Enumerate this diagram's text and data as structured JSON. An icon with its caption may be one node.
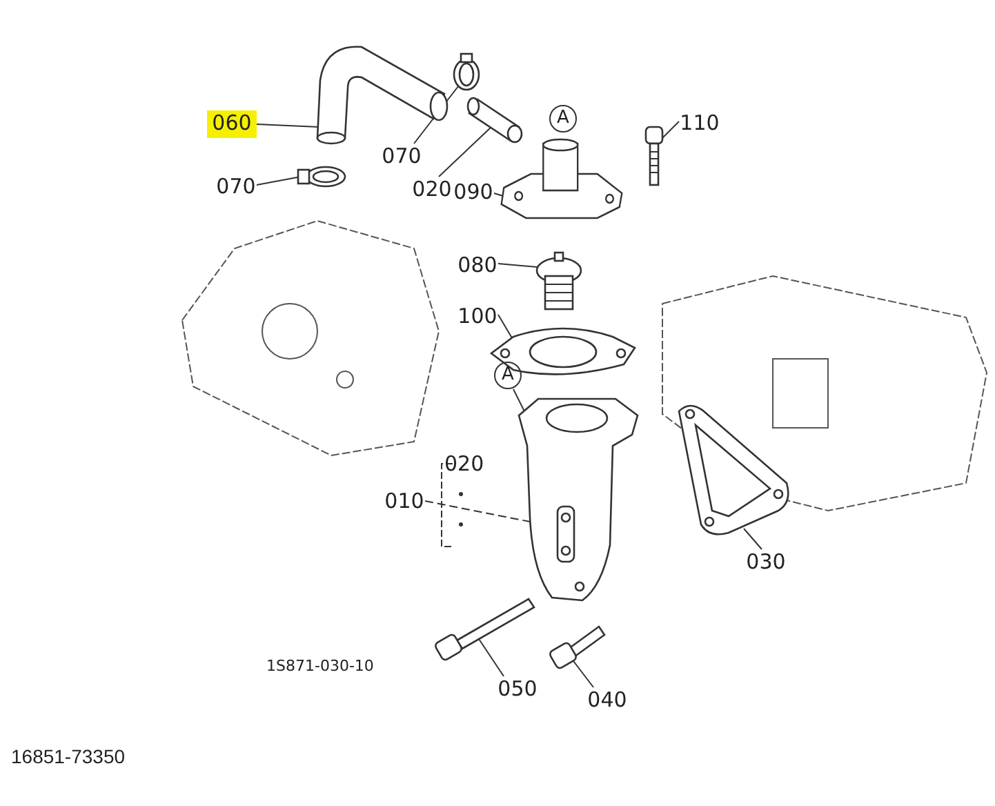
{
  "diagram": {
    "caption": "16851-73350",
    "nodes": [
      {
        "text": [
          "060"
        ]
      },
      {
        "text": [],
        "shape": "picture"
      },
      {
        "text": [
          "070"
        ]
      },
      {
        "text": [],
        "shape": "picture"
      },
      {
        "text": [
          "020"
        ]
      },
      {
        "text": [],
        "shape": "picture"
      },
      {
        "text": [
          "A"
        ]
      },
      {
        "text": [
          "110"
        ]
      },
      {
        "text": [],
        "shape": "picture"
      },
      {
        "text": [
          "090"
        ]
      },
      {
        "text": [],
        "shape": "picture"
      },
      {
        "text": [
          "070"
        ]
      },
      {
        "text": [],
        "shape": "picture"
      },
      {
        "text": [
          "080"
        ]
      },
      {
        "text": [],
        "shape": "picture"
      },
      {
        "text": [
          "100"
        ]
      },
      {
        "text": [],
        "shape": "picture"
      },
      {
        "text": [
          "A"
        ]
      },
      {
        "text": [],
        "shape": "picture"
      },
      {
        "text": [
          "010"
        ]
      },
      {
        "text": [
          "030"
        ]
      },
      {
        "text": [],
        "shape": "picture"
      },
      {
        "text": [
          "050"
        ]
      },
      {
        "text": [],
        "shape": "picture"
      },
      {
        "text": [
          "040"
        ]
      },
      {
        "text": [],
        "shape": "picture"
      }
    ],
    "edges": [
      {
        "from": 0,
        "to": 1,
        "arrow": "none"
      },
      {
        "from": 2,
        "to": 3,
        "arrow": "none"
      },
      {
        "from": 4,
        "to": 5,
        "arrow": "none"
      },
      {
        "from": 7,
        "to": 8,
        "arrow": "none"
      },
      {
        "from": 9,
        "to": 10,
        "arrow": "none"
      },
      {
        "from": 11,
        "to": 12,
        "arrow": "none"
      },
      {
        "from": 13,
        "to": 14,
        "arrow": "none"
      },
      {
        "from": 15,
        "to": 16,
        "arrow": "none"
      },
      {
        "from": 17,
        "to": 18,
        "arrow": "none"
      },
      {
        "from": 19,
        "to": 18,
        "arrow": "none",
        "style": "dashed"
      },
      {
        "from": 20,
        "to": 21,
        "arrow": "none"
      },
      {
        "from": 22,
        "to": 23,
        "arrow": "none"
      },
      {
        "from": 24,
        "to": 25,
        "arrow": "none"
      }
    ],
    "labels": [
      "020",
      "1S871-030-10"
    ]
  }
}
